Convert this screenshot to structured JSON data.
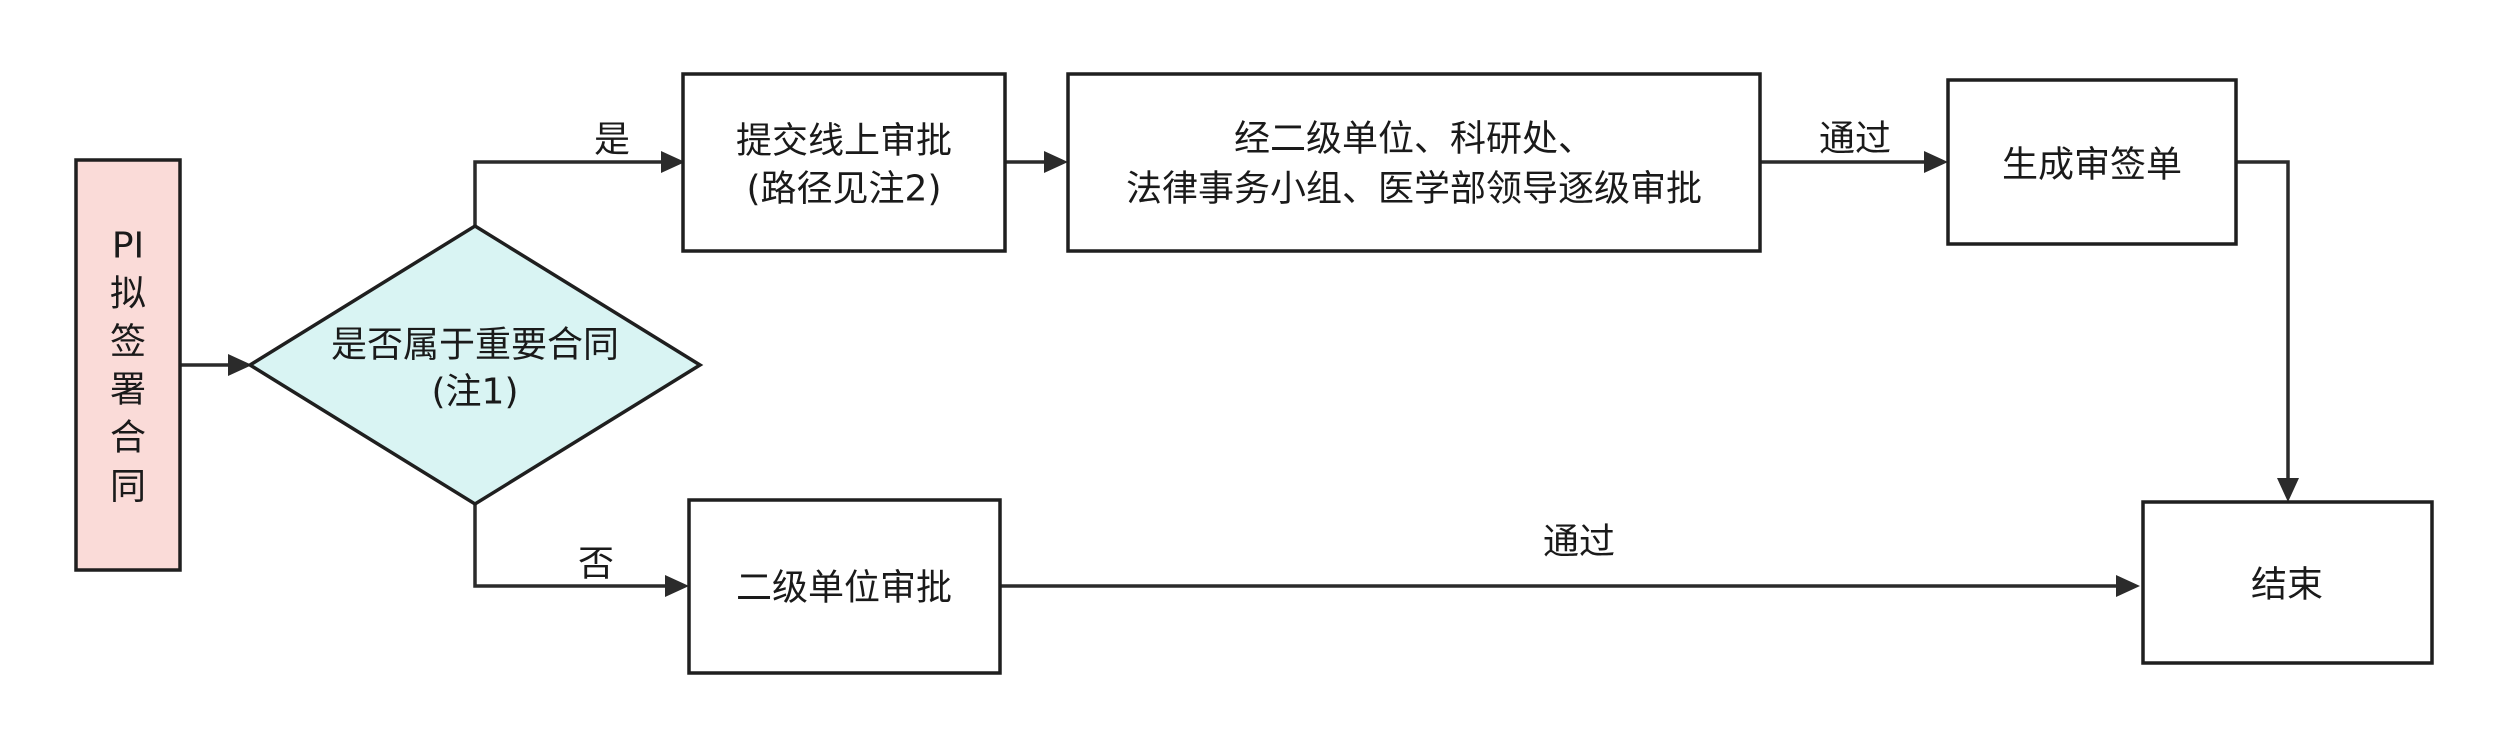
{
  "nodes": {
    "start": {
      "lines": [
        "PI",
        "拟",
        "签",
        "署",
        "合",
        "同"
      ]
    },
    "decision": {
      "lines": [
        "是否属于重要合同",
        "(注1)"
      ]
    },
    "submit_online": {
      "lines": [
        "提交线上审批",
        "(路径见注2)"
      ]
    },
    "level_review": {
      "lines": [
        "经二级单位、科研处、",
        "法律事务小组、医学部领导逐级审批"
      ]
    },
    "generate_sign": {
      "lines": [
        "生成审签单"
      ]
    },
    "secondary_unit": {
      "lines": [
        "二级单位审批"
      ]
    },
    "end": {
      "lines": [
        "结束"
      ]
    }
  },
  "edges": {
    "yes_label": "是",
    "no_label": "否",
    "pass_label_top": "通过",
    "pass_label_bottom": "通过"
  },
  "colors": {
    "start_fill": "#fadbd8",
    "decision_fill": "#d9f4f3",
    "stroke": "#1f1f1f"
  }
}
